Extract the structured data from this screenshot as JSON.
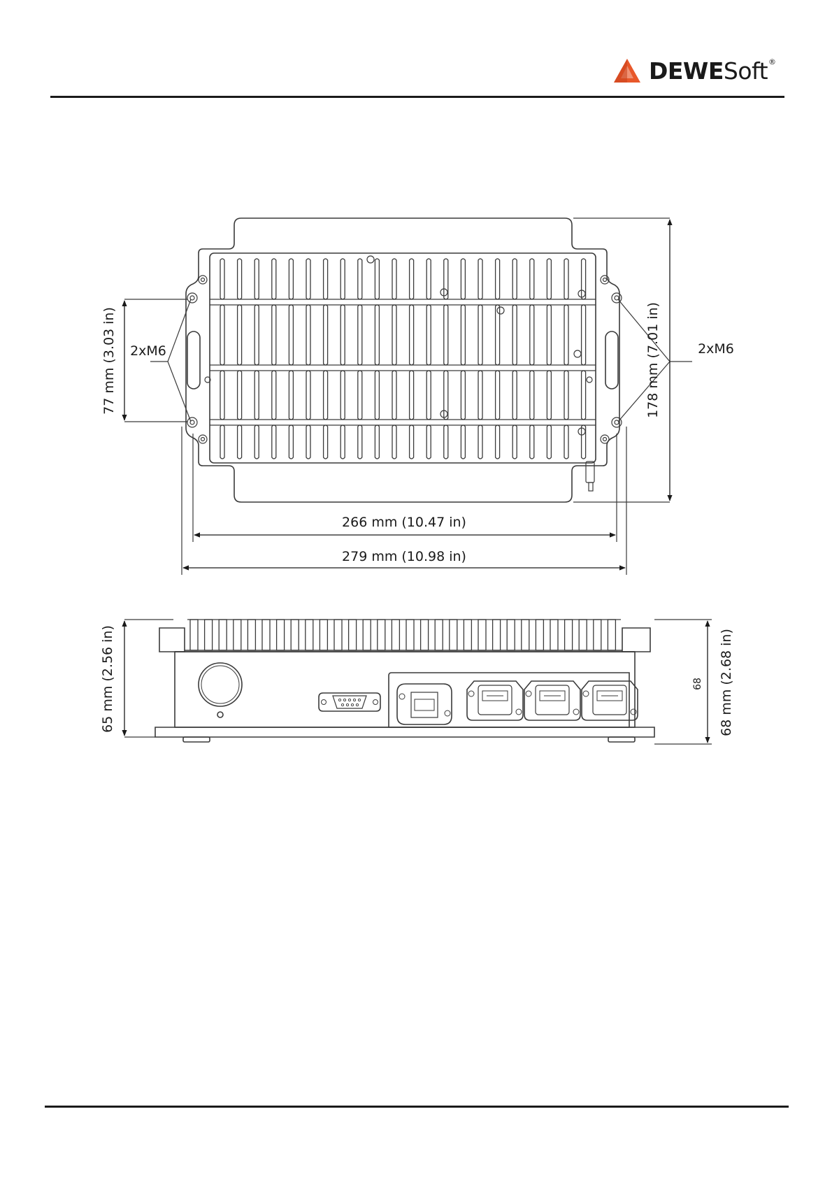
{
  "brand": {
    "logo_bold": "DEWE",
    "logo_regular": "Soft",
    "logo_mark": "dewesoft-triangle-icon",
    "accent_color": "#e8582a"
  },
  "top_view": {
    "dim_height_left": "77 mm (3.03 in)",
    "dim_height_right": "178 mm (7.01 in)",
    "dim_width_inner": "266 mm (10.47 in)",
    "dim_width_outer": "279 mm (10.98 in)",
    "mount_label_left": "2xM6",
    "mount_label_right": "2xM6"
  },
  "side_view": {
    "dim_height_left": "65 mm (2.56 in)",
    "dim_height_right": "68 mm (2.68 in)",
    "dim_value_small": "68"
  },
  "colors": {
    "line": "#3a3a3a",
    "text": "#1a1a1a"
  }
}
